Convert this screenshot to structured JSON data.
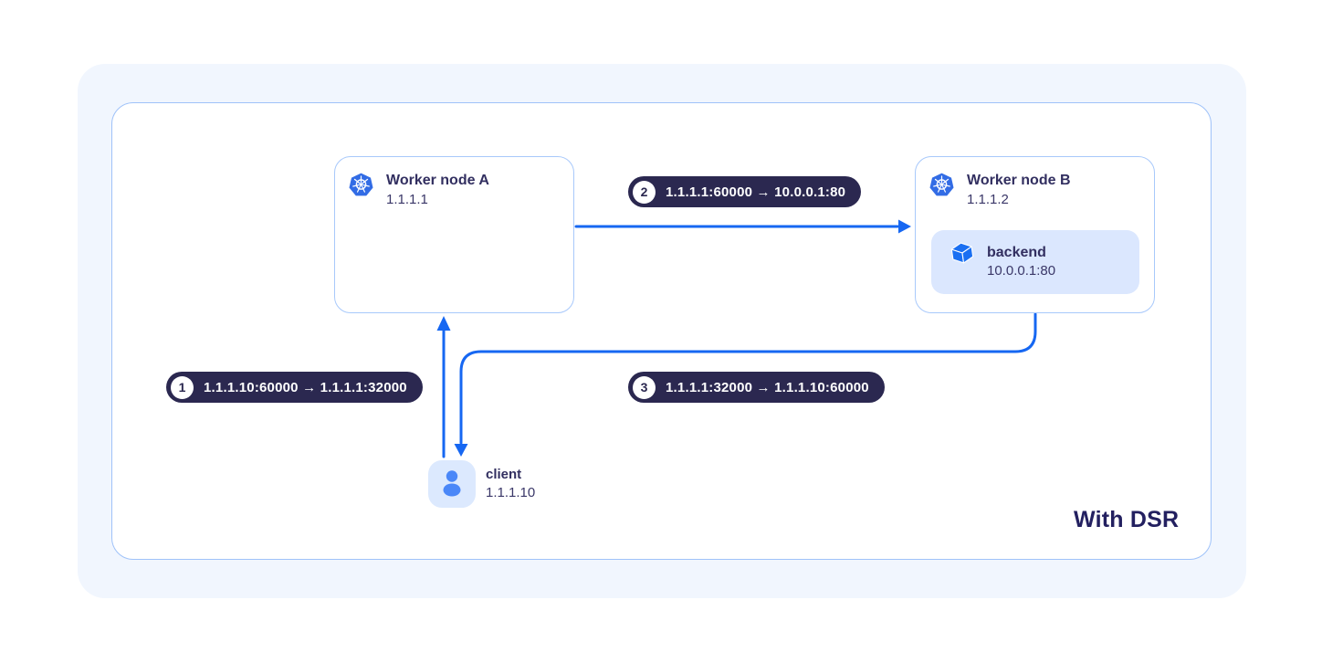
{
  "caption": "With DSR",
  "nodes": {
    "worker_a": {
      "title": "Worker node A",
      "ip": "1.1.1.1",
      "icon": "kubernetes-icon"
    },
    "worker_b": {
      "title": "Worker node B",
      "ip": "1.1.1.2",
      "icon": "kubernetes-icon"
    },
    "backend": {
      "title": "backend",
      "address": "10.0.0.1:80",
      "icon": "cube-icon"
    },
    "client": {
      "title": "client",
      "ip": "1.1.1.10",
      "icon": "person-icon"
    }
  },
  "steps": [
    {
      "number": "1",
      "label": "1.1.1.10:60000 → 1.1.1.1:32000"
    },
    {
      "number": "2",
      "label": "1.1.1.1:60000 → 10.0.0.1:80"
    },
    {
      "number": "3",
      "label": "1.1.1.1:32000 → 1.1.1.10:60000"
    }
  ],
  "colors": {
    "accent_blue": "#1667f2",
    "pill_navy": "#2b2850",
    "border_blue": "#a8c9fb",
    "light_blue_fill": "#dbe7fe",
    "outer_background": "#f1f6fe",
    "kubernetes_blue": "#326ce5",
    "text_navy": "#322f60"
  }
}
